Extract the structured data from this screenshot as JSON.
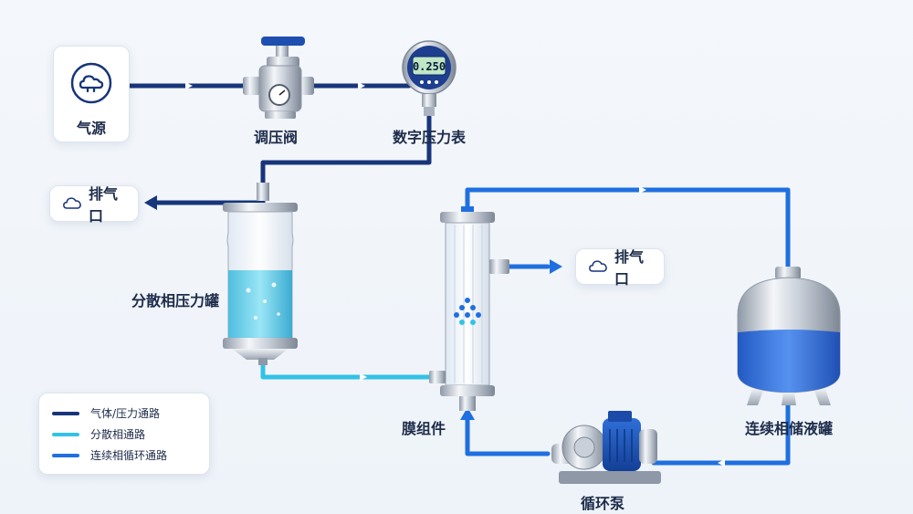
{
  "nodes": {
    "gas_source": "气源",
    "regulator": "调压阀",
    "gauge": "数字压力表",
    "gauge_reading": "0.250",
    "dispersed_tank": "分散相压力罐",
    "membrane": "膜组件",
    "storage_tank": "连续相储液罐",
    "pump": "循环泵"
  },
  "vents": {
    "left": "排气口",
    "right": "排气口"
  },
  "legend": [
    {
      "label": "气体/压力通路",
      "color": "#17357a"
    },
    {
      "label": "分散相通路",
      "color": "#33c2e6"
    },
    {
      "label": "连续相循环通路",
      "color": "#1f6fe0"
    }
  ],
  "colors": {
    "gas": "#17357a",
    "dispersed": "#33c2e6",
    "continuous": "#1f6fe0"
  }
}
